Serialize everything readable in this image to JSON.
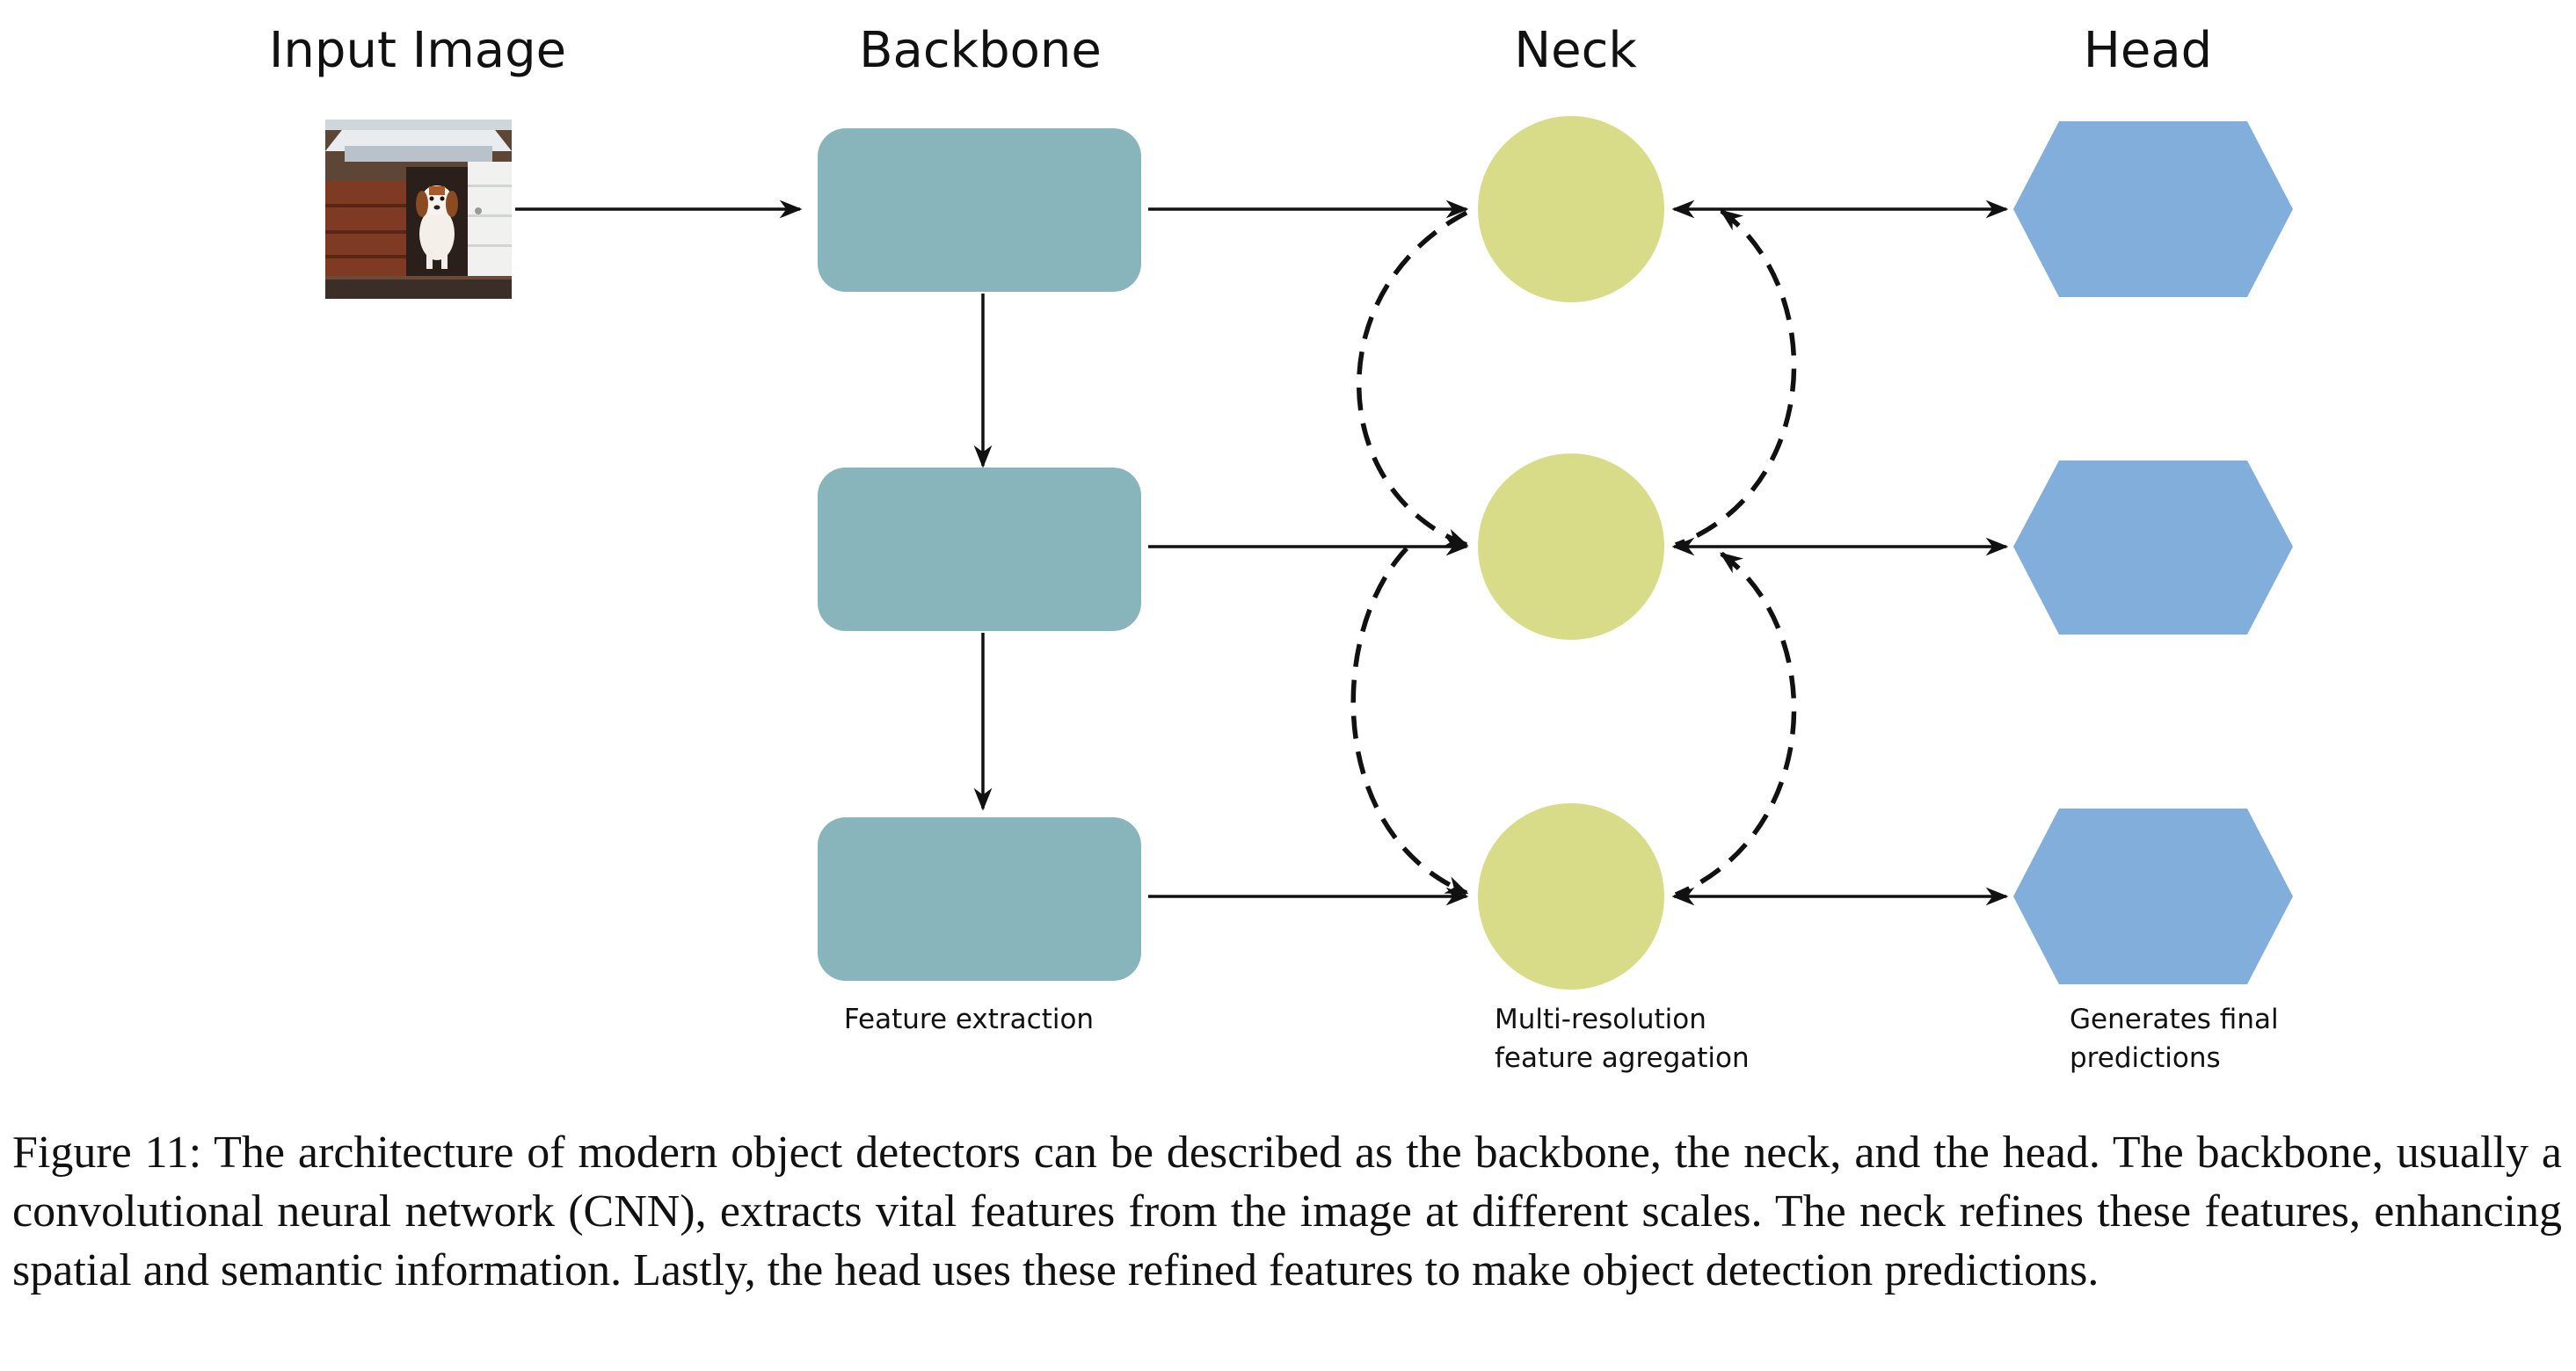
{
  "columns": {
    "input": "Input Image",
    "backbone": "Backbone",
    "neck": "Neck",
    "head": "Head"
  },
  "descriptions": {
    "backbone_line1": "Feature extraction",
    "neck_line1": "Multi-resolution",
    "neck_line2": "feature agregation",
    "head_line1": "Generates final",
    "head_line2": "predictions"
  },
  "colors": {
    "backbone": "#88b4bc",
    "neck": "#d8dc88",
    "head": "#82aedb"
  },
  "caption": "Figure 11: The architecture of modern object detectors can be described as the backbone, the neck, and the head. The backbone, usually a convolutional neural network (CNN), extracts vital features from the image at different scales. The neck refines these features, enhancing spatial and semantic information. Lastly, the head uses these refined features to make object detection predictions."
}
